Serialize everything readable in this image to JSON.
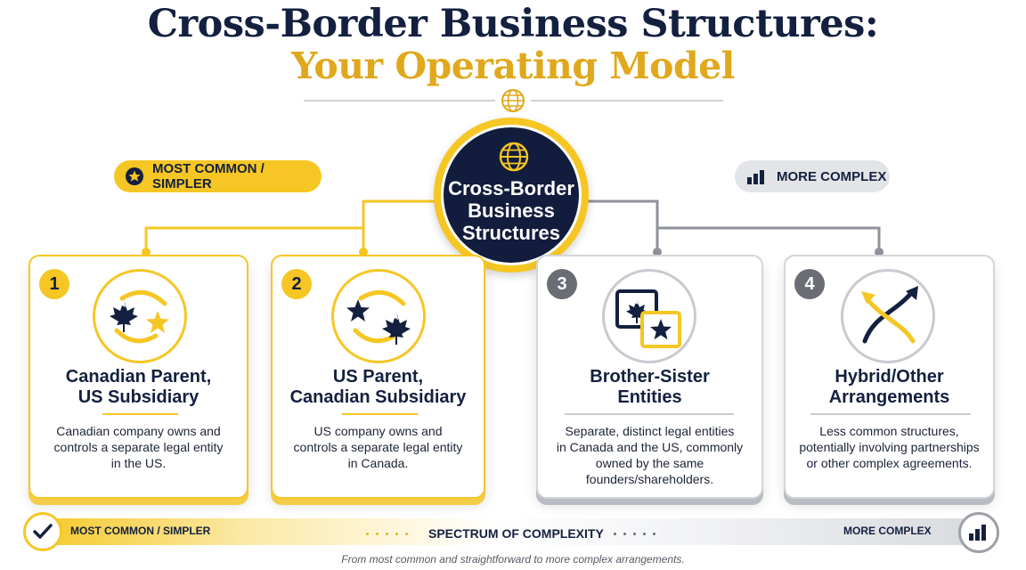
{
  "title": {
    "line1": "Cross-Border Business Structures:",
    "line2": "Your Operating Model"
  },
  "hub": {
    "label": "Cross-Border\nBusiness\nStructures",
    "icon": "globe-icon"
  },
  "legend": {
    "simple_label": "MOST COMMON / SIMPLER",
    "simple_icon": "star-icon",
    "complex_label": "MORE COMPLEX",
    "complex_icon": "bar-chart-icon"
  },
  "cards": [
    {
      "number": "1",
      "title": "Canadian Parent,\nUS Subsidiary",
      "description": "Canadian company owns and\ncontrols a separate legal entity\nin the US.",
      "icon": "maple-leaf-to-star-icon",
      "tone": "yellow"
    },
    {
      "number": "2",
      "title": "US Parent,\nCanadian Subsidiary",
      "description": "US company owns and\ncontrols a separate legal entity\nin Canada.",
      "icon": "star-to-maple-leaf-icon",
      "tone": "yellow"
    },
    {
      "number": "3",
      "title": "Brother-Sister\nEntities",
      "description": "Separate, distinct legal entities\nin Canada and the US, commonly\nowned by the same\nfounders/shareholders.",
      "icon": "linked-entities-icon",
      "tone": "gray"
    },
    {
      "number": "4",
      "title": "Hybrid/Other\nArrangements",
      "description": "Less common structures,\npotentially involving partnerships\nor other complex agreements.",
      "icon": "crossing-arrows-icon",
      "tone": "gray"
    }
  ],
  "spectrum": {
    "left_label": "MOST COMMON / SIMPLER",
    "center_label": "SPECTRUM OF COMPLEXITY",
    "right_label": "MORE COMPLEX",
    "left_icon": "checkmark-icon",
    "right_icon": "bar-chart-icon",
    "caption": "From most common and straightforward to more complex arrangements."
  },
  "colors": {
    "navy": "#13203f",
    "gold": "#f6c624",
    "gold_text": "#e0a81c",
    "gray": "#6a6d74",
    "light_gray": "#d3d5d9"
  }
}
